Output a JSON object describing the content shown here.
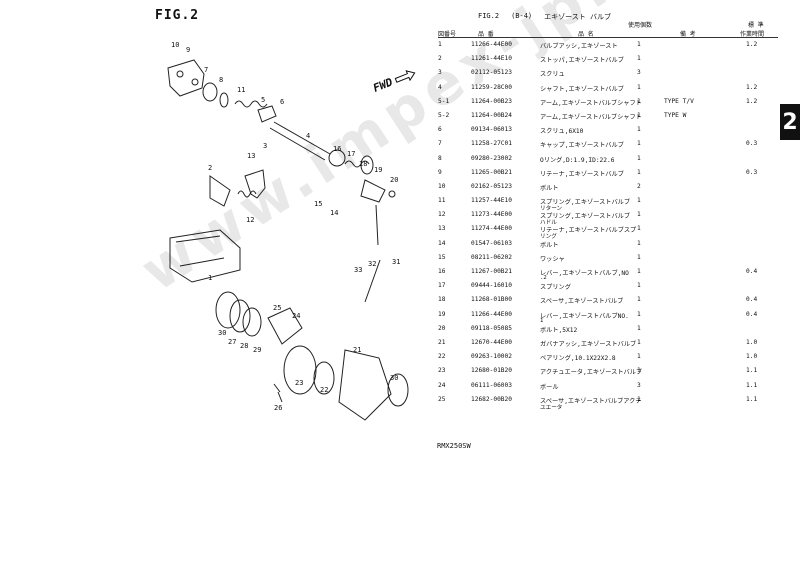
{
  "figure": {
    "label": "FIG.2",
    "fwd_label": "FWD",
    "callouts": [
      "10",
      "9",
      "7",
      "8",
      "11",
      "5",
      "6",
      "3",
      "4",
      "16",
      "17",
      "18",
      "19",
      "20",
      "15",
      "14",
      "12",
      "13",
      "2",
      "1",
      "32",
      "31",
      "33",
      "30",
      "27",
      "28",
      "29",
      "25",
      "24",
      "23",
      "22",
      "21",
      "26"
    ]
  },
  "section_tab": "2",
  "watermark": "www.impex-jp.com",
  "table": {
    "title_fig": "FIG.2",
    "title_code": "(B-4)",
    "title_name": "エキゾースト バルブ",
    "headers": {
      "no": "図番号",
      "part_no": "品 番",
      "name": "品 名",
      "qty": "使用個数",
      "remarks": "備 考",
      "time_1": "標 準",
      "time_2": "作業時間"
    },
    "rows": [
      {
        "no": "1",
        "part_no": "11266-44E00",
        "name": "バルブアッシ,エキゾースト",
        "name2": "",
        "qty": "1",
        "remarks": "",
        "time": "1.2"
      },
      {
        "no": "2",
        "part_no": "11261-44E10",
        "name": "ストッパ,エキゾーストバルブ",
        "name2": "",
        "qty": "1",
        "remarks": "",
        "time": ""
      },
      {
        "no": "3",
        "part_no": "02112-05123",
        "name": "スクリュ",
        "name2": "",
        "qty": "3",
        "remarks": "",
        "time": ""
      },
      {
        "no": "4",
        "part_no": "11259-28C00",
        "name": "シャフト,エキゾーストバルブ",
        "name2": "",
        "qty": "1",
        "remarks": "",
        "time": "1.2"
      },
      {
        "no": "5-1",
        "part_no": "11264-00B23",
        "name": "アーム,エキゾーストバルブシャフト",
        "name2": "",
        "qty": "1",
        "remarks": "TYPE T/V",
        "time": "1.2"
      },
      {
        "no": "5-2",
        "part_no": "11264-00B24",
        "name": "アーム,エキゾーストバルブシャフト",
        "name2": "",
        "qty": "1",
        "remarks": "TYPE W",
        "time": ""
      },
      {
        "no": "6",
        "part_no": "09134-06013",
        "name": "スクリュ,6X10",
        "name2": "",
        "qty": "1",
        "remarks": "",
        "time": ""
      },
      {
        "no": "7",
        "part_no": "11258-27C01",
        "name": "キャップ,エキゾーストバルブ",
        "name2": "",
        "qty": "1",
        "remarks": "",
        "time": "0.3"
      },
      {
        "no": "8",
        "part_no": "09280-23002",
        "name": "Oリング,D:1.9,ID:22.6",
        "name2": "",
        "qty": "1",
        "remarks": "",
        "time": ""
      },
      {
        "no": "9",
        "part_no": "11265-00B21",
        "name": "リテーナ,エキゾーストバルブ",
        "name2": "",
        "qty": "1",
        "remarks": "",
        "time": "0.3"
      },
      {
        "no": "10",
        "part_no": "02162-05123",
        "name": "ボルト",
        "name2": "",
        "qty": "2",
        "remarks": "",
        "time": ""
      },
      {
        "no": "11",
        "part_no": "11257-44E10",
        "name": "スプリング,エキゾーストバルブ",
        "name2": "リターン",
        "qty": "1",
        "remarks": "",
        "time": ""
      },
      {
        "no": "12",
        "part_no": "11273-44E00",
        "name": "スプリング,エキゾーストバルブ",
        "name2": "ハドル",
        "qty": "1",
        "remarks": "",
        "time": ""
      },
      {
        "no": "13",
        "part_no": "11274-44E00",
        "name": "リテーナ,エキゾーストバルブスプ",
        "name2": "リング",
        "qty": "1",
        "remarks": "",
        "time": ""
      },
      {
        "no": "14",
        "part_no": "01547-06103",
        "name": "ボルト",
        "name2": "",
        "qty": "1",
        "remarks": "",
        "time": ""
      },
      {
        "no": "15",
        "part_no": "08211-06202",
        "name": "ワッシャ",
        "name2": "",
        "qty": "1",
        "remarks": "",
        "time": ""
      },
      {
        "no": "16",
        "part_no": "11267-00B21",
        "name": "レバー,エキゾーストバルブ,NO",
        "name2": ".2",
        "qty": "1",
        "remarks": "",
        "time": "0.4"
      },
      {
        "no": "17",
        "part_no": "09444-16010",
        "name": "スプリング",
        "name2": "",
        "qty": "1",
        "remarks": "",
        "time": ""
      },
      {
        "no": "18",
        "part_no": "11268-01B00",
        "name": "スペーサ,エキゾーストバルブ",
        "name2": "",
        "qty": "1",
        "remarks": "",
        "time": "0.4"
      },
      {
        "no": "19",
        "part_no": "11266-44E00",
        "name": "レバー,エキゾーストバルブNO.",
        "name2": "1",
        "qty": "1",
        "remarks": "",
        "time": "0.4"
      },
      {
        "no": "20",
        "part_no": "09118-05085",
        "name": "ボルト,5X12",
        "name2": "",
        "qty": "1",
        "remarks": "",
        "time": ""
      },
      {
        "no": "21",
        "part_no": "12670-44E00",
        "name": "ガバナアッシ,エキゾーストバルブ",
        "name2": "",
        "qty": "1",
        "remarks": "",
        "time": "1.0"
      },
      {
        "no": "22",
        "part_no": "09263-10002",
        "name": "ベアリング,10.1X22X2.8",
        "name2": "",
        "qty": "1",
        "remarks": "",
        "time": "1.0"
      },
      {
        "no": "23",
        "part_no": "12680-01B20",
        "name": "アクチュエータ,エキゾーストバルブ",
        "name2": "",
        "qty": "1",
        "remarks": "",
        "time": "1.1"
      },
      {
        "no": "24",
        "part_no": "06111-06003",
        "name": "ボール",
        "name2": "",
        "qty": "3",
        "remarks": "",
        "time": "1.1"
      },
      {
        "no": "25",
        "part_no": "12682-00B20",
        "name": "スペーサ,エキゾーストバルブアクチ",
        "name2": "ユエータ",
        "qty": "1",
        "remarks": "",
        "time": "1.1"
      }
    ]
  },
  "model": "RMX250SW"
}
